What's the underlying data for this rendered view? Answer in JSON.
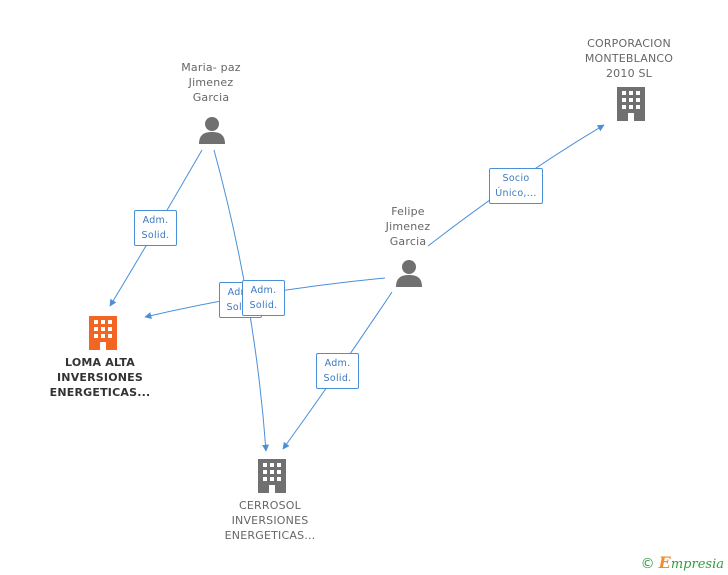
{
  "nodes": {
    "mariapaz": {
      "lines": [
        "Maria- paz",
        "Jimenez",
        "Garcia"
      ],
      "type": "person-icon"
    },
    "felipe": {
      "lines": [
        "Felipe",
        "Jimenez",
        "Garcia"
      ],
      "type": "person-icon"
    },
    "corporacion": {
      "lines": [
        "CORPORACION",
        "MONTEBLANCO",
        "2010 SL"
      ],
      "type": "building-icon"
    },
    "loma": {
      "lines": [
        "LOMA ALTA",
        "INVERSIONES",
        "ENERGETICAS..."
      ],
      "type": "building-icon",
      "highlight": true
    },
    "cerrosol": {
      "lines": [
        "CERROSOL",
        "INVERSIONES",
        "ENERGETICAS..."
      ],
      "type": "building-icon"
    }
  },
  "edge_labels": {
    "mariapaz_loma": [
      "Adm.",
      "Solid."
    ],
    "mariapaz_cerrosol": [
      "Adm.",
      "Solid."
    ],
    "felipe_loma": [
      "Adm.",
      "Solid."
    ],
    "felipe_cerrosol": [
      "Adm.",
      "Solid."
    ],
    "felipe_corporacion": [
      "Socio",
      "Único,..."
    ]
  },
  "footer": {
    "copyright": "©",
    "brand_first": "E",
    "brand_rest": "mpresia"
  },
  "colors": {
    "edge": "#4a90d9",
    "node_icon": "#707070",
    "highlight_icon": "#f26522",
    "label_border": "#4a90d9",
    "brand": "#2e9e3e"
  }
}
